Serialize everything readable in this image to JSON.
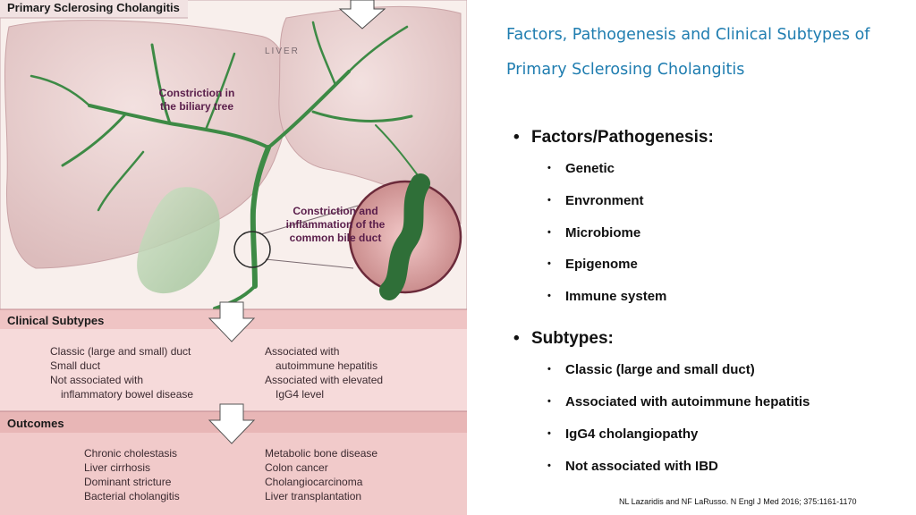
{
  "figure": {
    "title": "Primary Sclerosing Cholangitis",
    "liver_label": "LIVER",
    "callout_biliary": [
      "Constriction in",
      "the biliary tree"
    ],
    "callout_duct": [
      "Constriction and",
      "inflammation of  the",
      "common bile duct"
    ],
    "clinical_subtypes": {
      "header": "Clinical Subtypes",
      "left": [
        "Classic (large and small) duct",
        "Small duct",
        "Not associated with",
        "inflammatory bowel disease"
      ],
      "right": [
        "Associated with",
        "autoimmune hepatitis",
        "Associated with elevated",
        "IgG4 level"
      ]
    },
    "outcomes": {
      "header": "Outcomes",
      "left": [
        "Chronic cholestasis",
        "Liver cirrhosis",
        "Dominant stricture",
        "Bacterial cholangitis"
      ],
      "right": [
        "Metabolic bone disease",
        "Colon cancer",
        "Cholangiocarcinoma",
        "Liver transplantation"
      ]
    },
    "colors": {
      "liver": "#e9cfcf",
      "ducts": "#2f7a3a",
      "subtypes_band": "#f6dada",
      "outcomes_band": "#f1caca",
      "label_text": "#5a1e4b"
    }
  },
  "slide": {
    "title_line1": "Factors, Pathogenesis and Clinical Subtypes of",
    "title_line2": "Primary Sclerosing Cholangitis",
    "title_color": "#1f7db0",
    "factors_heading": "Factors/Pathogenesis:",
    "factors": [
      "Genetic",
      "Envronment",
      "Microbiome",
      "Epigenome",
      "Immune system"
    ],
    "subtypes_heading": "Subtypes:",
    "subtypes": [
      "Classic (large and small duct)",
      "Associated with autoimmune hepatitis",
      "IgG4 cholangiopathy",
      "Not associated with IBD"
    ],
    "citation": "NL Lazaridis  and  NF LaRusso.  N Engl J Med 2016; 375:1161-1170"
  }
}
